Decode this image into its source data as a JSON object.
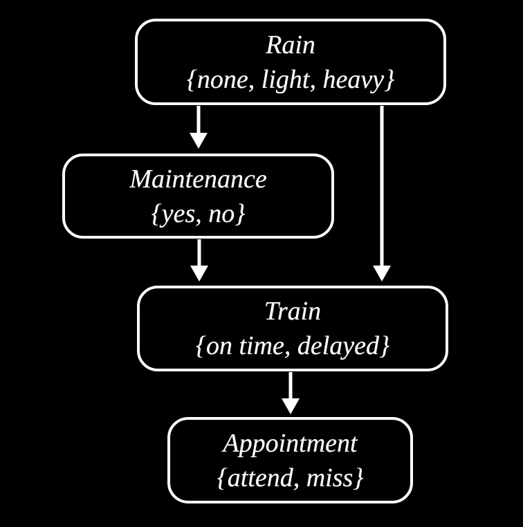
{
  "diagram": {
    "type": "bayesian-network",
    "background_color": "#000000",
    "node_border_color": "#ffffff",
    "node_fill_color": "#000000",
    "text_color": "#ffffff",
    "arrow_color": "#ffffff",
    "nodes": [
      {
        "id": "rain",
        "label": "Rain",
        "values": "{none, light, heavy}"
      },
      {
        "id": "maintenance",
        "label": "Maintenance",
        "values": "{yes, no}"
      },
      {
        "id": "train",
        "label": "Train",
        "values": "{on time, delayed}"
      },
      {
        "id": "appointment",
        "label": "Appointment",
        "values": "{attend, miss}"
      }
    ],
    "edges": [
      {
        "from": "rain",
        "to": "maintenance"
      },
      {
        "from": "rain",
        "to": "train"
      },
      {
        "from": "maintenance",
        "to": "train"
      },
      {
        "from": "train",
        "to": "appointment"
      }
    ]
  }
}
